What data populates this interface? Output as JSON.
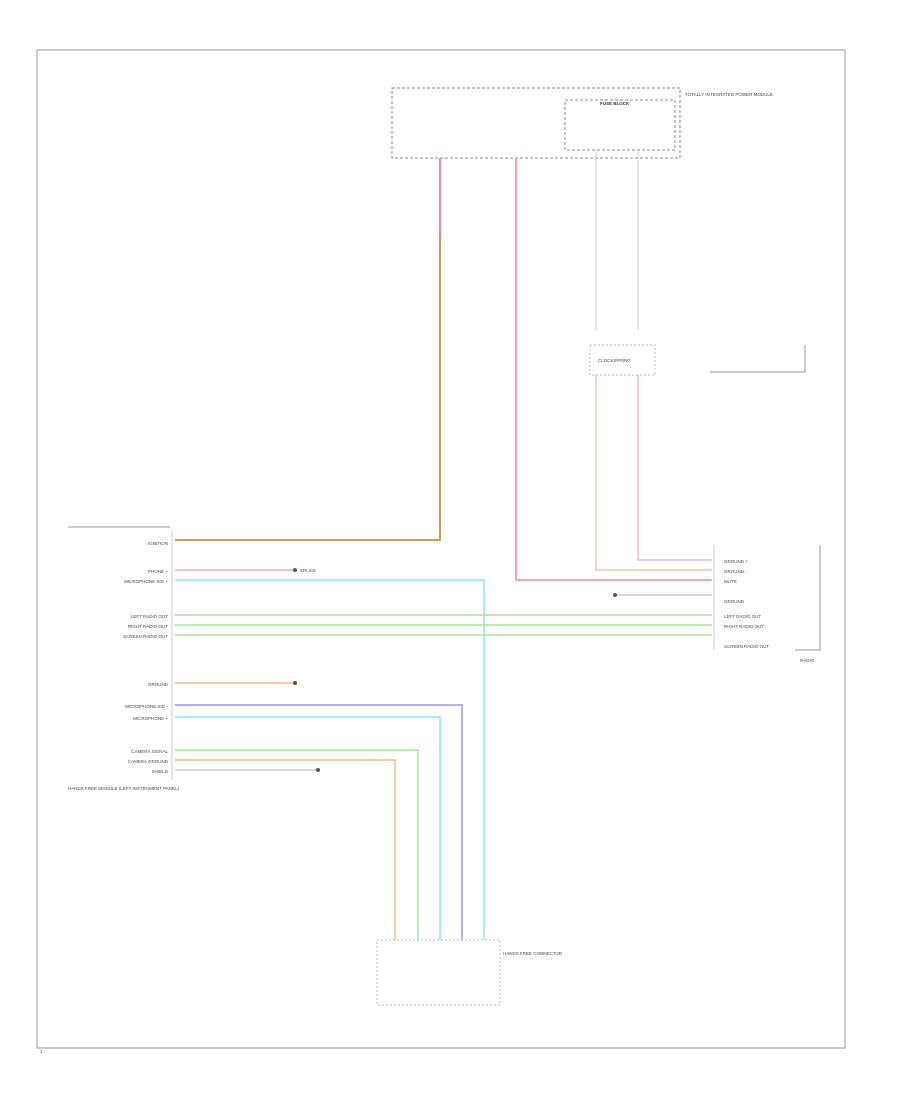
{
  "diagram": {
    "colors": {
      "red": "#f28a96",
      "tan": "#c8a25a",
      "orange": "#f5b98a",
      "cyan": "#8fe6ee",
      "green": "#a8e29a",
      "blue": "#9a9af0",
      "gray": "#c8c8c8",
      "pink": "#f5a8c0"
    },
    "left_labels": [
      "IGNITION",
      "PHONE +",
      "MICROPHONE SIG +",
      "LEFT RADIO OUT",
      "RIGHT RADIO OUT",
      "SCREEN RADIO OUT",
      "GROUND",
      "MICROPHONE SIG -",
      "MICROPHONE +",
      "CAMERA SIGNAL",
      "CAMERA GROUND",
      "SHIELD"
    ],
    "left_module": "HANDS FREE MODULE (LEFT INSTRUMENT PANEL)",
    "right_labels": [
      "GROUND +",
      "GROUND -",
      "MUTE",
      "GROUND",
      "LEFT RADIO OUT",
      "RIGHT RADIO OUT",
      "SCREEN RADIO OUT"
    ],
    "right_module": "RADIO",
    "top_module": "FUSE BLOCK",
    "top_note": "TOTALLY INTEGRATED POWER MODULE",
    "connector_label": "CLOCKSPRING",
    "bottom_connector": "HANDS FREE CONNECTOR",
    "ground_note": "SPLICE",
    "page_number": "1"
  }
}
